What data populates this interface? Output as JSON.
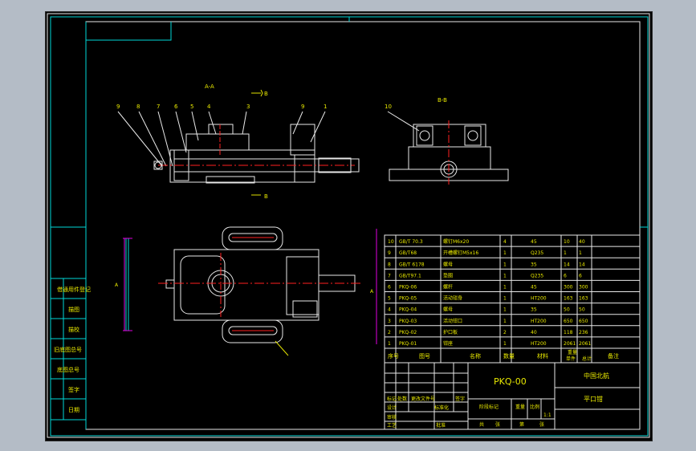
{
  "views": {
    "section_aa_label": "A-A",
    "section_bb_label": "B-B",
    "cut_b": "B",
    "cut_a": "A",
    "dim_a": "A"
  },
  "section_balloons": [
    "9",
    "8",
    "7",
    "6",
    "5",
    "4",
    "3",
    "9",
    "1"
  ],
  "right_balloon": "10",
  "parts_list": {
    "rows": [
      {
        "no": "10",
        "code": "GB/T 70.3",
        "name": "螺钉M6x20",
        "qty": "4",
        "material": "45",
        "w1": "10",
        "w2": "40"
      },
      {
        "no": "9",
        "code": "GB/T68",
        "name": "开槽螺钉M5x16",
        "qty": "1",
        "material": "Q235",
        "w1": "1",
        "w2": "1"
      },
      {
        "no": "8",
        "code": "GB/T 6178",
        "name": "螺母",
        "qty": "1",
        "material": "35",
        "w1": "14",
        "w2": "14"
      },
      {
        "no": "7",
        "code": "GB/T97.1",
        "name": "垫圈",
        "qty": "1",
        "material": "Q235",
        "w1": "6",
        "w2": "6"
      },
      {
        "no": "6",
        "code": "PKQ-06",
        "name": "螺杆",
        "qty": "1",
        "material": "45",
        "w1": "300",
        "w2": "300"
      },
      {
        "no": "5",
        "code": "PKQ-05",
        "name": "活动钳身",
        "qty": "1",
        "material": "HT200",
        "w1": "163",
        "w2": "163"
      },
      {
        "no": "4",
        "code": "PKQ-04",
        "name": "螺母",
        "qty": "1",
        "material": "35",
        "w1": "50",
        "w2": "50"
      },
      {
        "no": "3",
        "code": "PKQ-03",
        "name": "活动钳口",
        "qty": "1",
        "material": "HT200",
        "w1": "650",
        "w2": "650"
      },
      {
        "no": "2",
        "code": "PKQ-02",
        "name": "护口板",
        "qty": "2",
        "material": "40",
        "w1": "118",
        "w2": "236"
      },
      {
        "no": "1",
        "code": "PKQ-01",
        "name": "钳座",
        "qty": "1",
        "material": "HT200",
        "w1": "2061",
        "w2": "2061"
      }
    ],
    "header": {
      "no": "序号",
      "code": "图号",
      "name": "名称",
      "qty": "数量",
      "material": "材料",
      "w1": "单件",
      "w2": "总计",
      "weight": "重量",
      "remark": "备注"
    }
  },
  "title_block": {
    "drawing_code": "PKQ-00",
    "org": "中国北航",
    "drawing_name": "平口钳",
    "cell_labels": [
      "标记",
      "处数",
      "更改文件号",
      "签字",
      "设计",
      "标准化",
      "审核",
      "工艺",
      "批准"
    ],
    "stage_labels": [
      "阶段标记",
      "重量",
      "比例",
      "共",
      "张",
      "第",
      "张"
    ],
    "scale": "1:1"
  },
  "side_stamps": [
    "借通用件登记",
    "描图",
    "描校",
    "旧底图总号",
    "底图总号",
    "签字",
    "日期"
  ]
}
